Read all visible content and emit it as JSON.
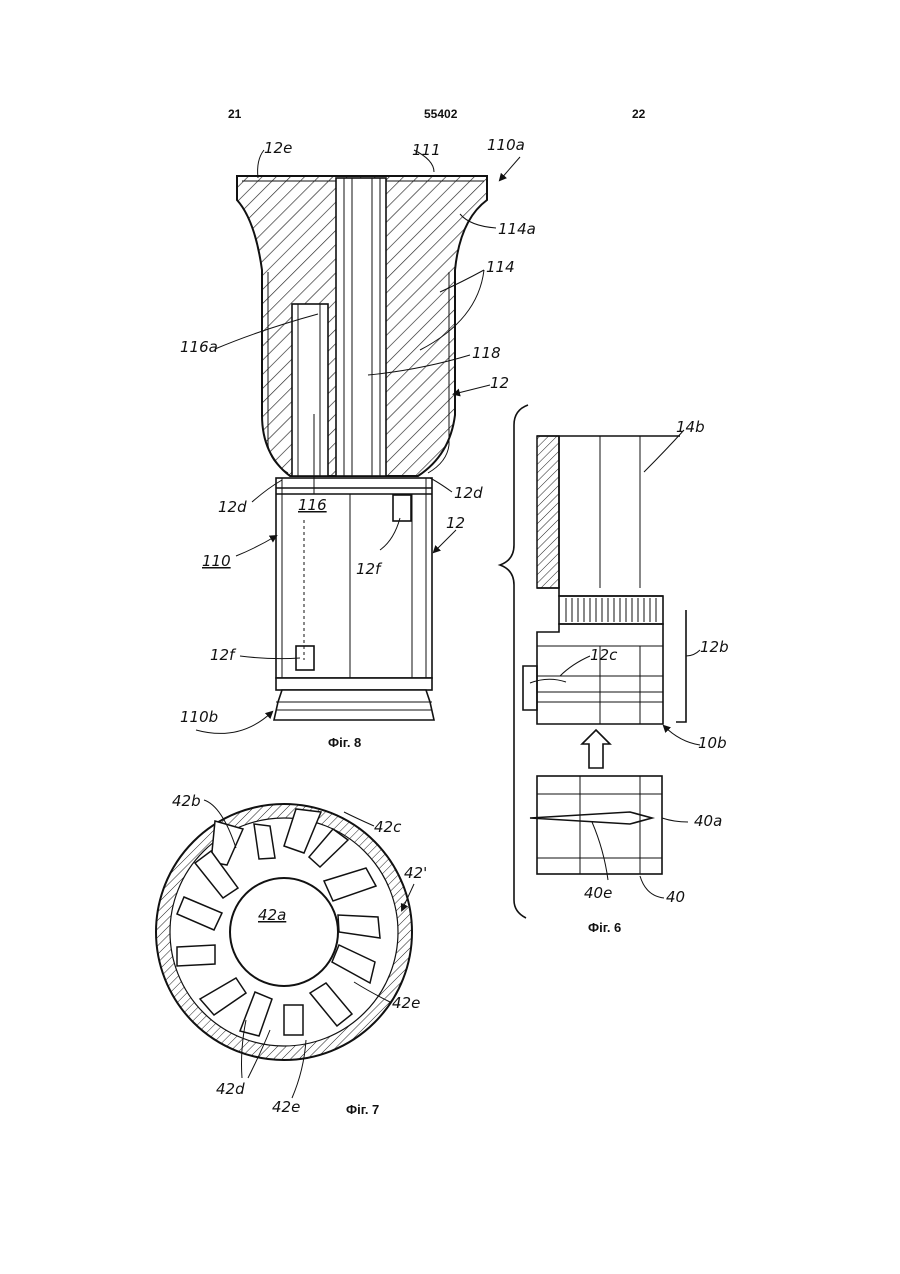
{
  "header": {
    "left": "21",
    "center": "55402",
    "right": "22"
  },
  "figures": {
    "fig8": {
      "caption": "Фіг. 8",
      "labels": {
        "l12e": "12e",
        "l111": "111",
        "l110a": "110a",
        "l114a": "114a",
        "l114": "114",
        "l116a": "116a",
        "l118": "118",
        "l12_top": "12",
        "l12d_left": "12d",
        "l12d_right": "12d",
        "l116": "116",
        "l12_mid": "12",
        "l110": "110",
        "l12f_right": "12f",
        "l12f_left": "12f",
        "l110b": "110b"
      }
    },
    "fig6": {
      "caption": "Фіг. 6",
      "labels": {
        "l14b": "14b",
        "l12b": "12b",
        "l12c": "12c",
        "l10b": "10b",
        "l40a": "40a",
        "l40e": "40e",
        "l40": "40"
      }
    },
    "fig7": {
      "caption": "Фіг. 7",
      "labels": {
        "l42b": "42b",
        "l42c": "42c",
        "l42prime": "42'",
        "l42a": "42a",
        "l42e_right": "42e",
        "l42d": "42d",
        "l42e_bottom": "42e"
      }
    }
  }
}
